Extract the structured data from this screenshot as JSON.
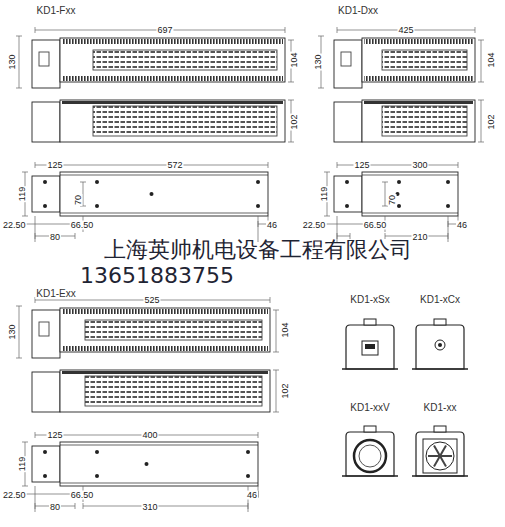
{
  "diagram": {
    "labels": [
      "KD1-Fxx",
      "697",
      "130",
      "104",
      "102",
      "125",
      "572",
      "119",
      "70",
      "22.50",
      "80",
      "66.50",
      "46",
      "KD1-Dxx",
      "425",
      "130",
      "104",
      "102",
      "125",
      "300",
      "119",
      "70",
      "22.50",
      "66.50",
      "46",
      "210",
      "上海英帅机电设备工程有限公司",
      "13651883755",
      "KD1-Exx",
      "525",
      "130",
      "104",
      "102",
      "125",
      "400",
      "119",
      "22.50",
      "80",
      "66.50",
      "46",
      "310",
      "KD1-xSx",
      "KD1-xCx",
      "KD1-xxV",
      "KD1-xx"
    ]
  }
}
